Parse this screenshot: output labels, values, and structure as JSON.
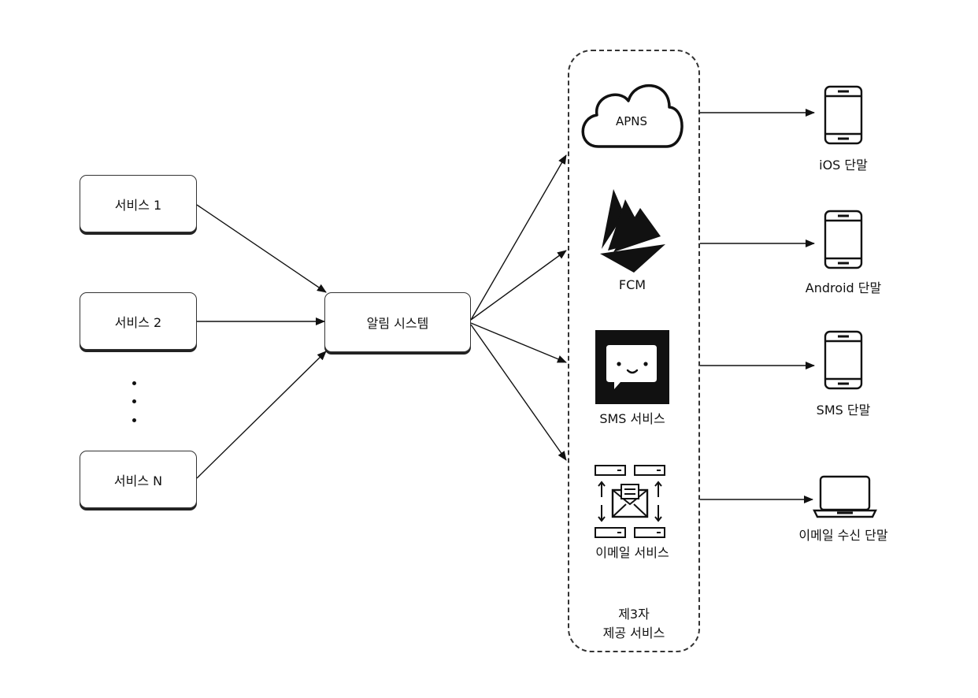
{
  "services": {
    "service_1": "서비스 1",
    "service_2": "서비스 2",
    "service_n": "서비스 N"
  },
  "notification_system": "알림 시스템",
  "providers": {
    "apns": "APNS",
    "fcm": "FCM",
    "sms": "SMS 서비스",
    "email": "이메일 서비스",
    "group_label_line1": "제3자",
    "group_label_line2": "제공 서비스"
  },
  "devices": {
    "ios": "iOS 단말",
    "android": "Android 단말",
    "sms": "SMS 단말",
    "email": "이메일 수신 단말"
  },
  "icons": {
    "apns": "cloud-icon",
    "fcm": "firebase-flame-icon",
    "sms": "chat-bubble-icon",
    "email": "mail-server-icon",
    "ios": "phone-icon",
    "android": "phone-icon",
    "sms_device": "phone-icon",
    "email_device": "laptop-icon"
  }
}
